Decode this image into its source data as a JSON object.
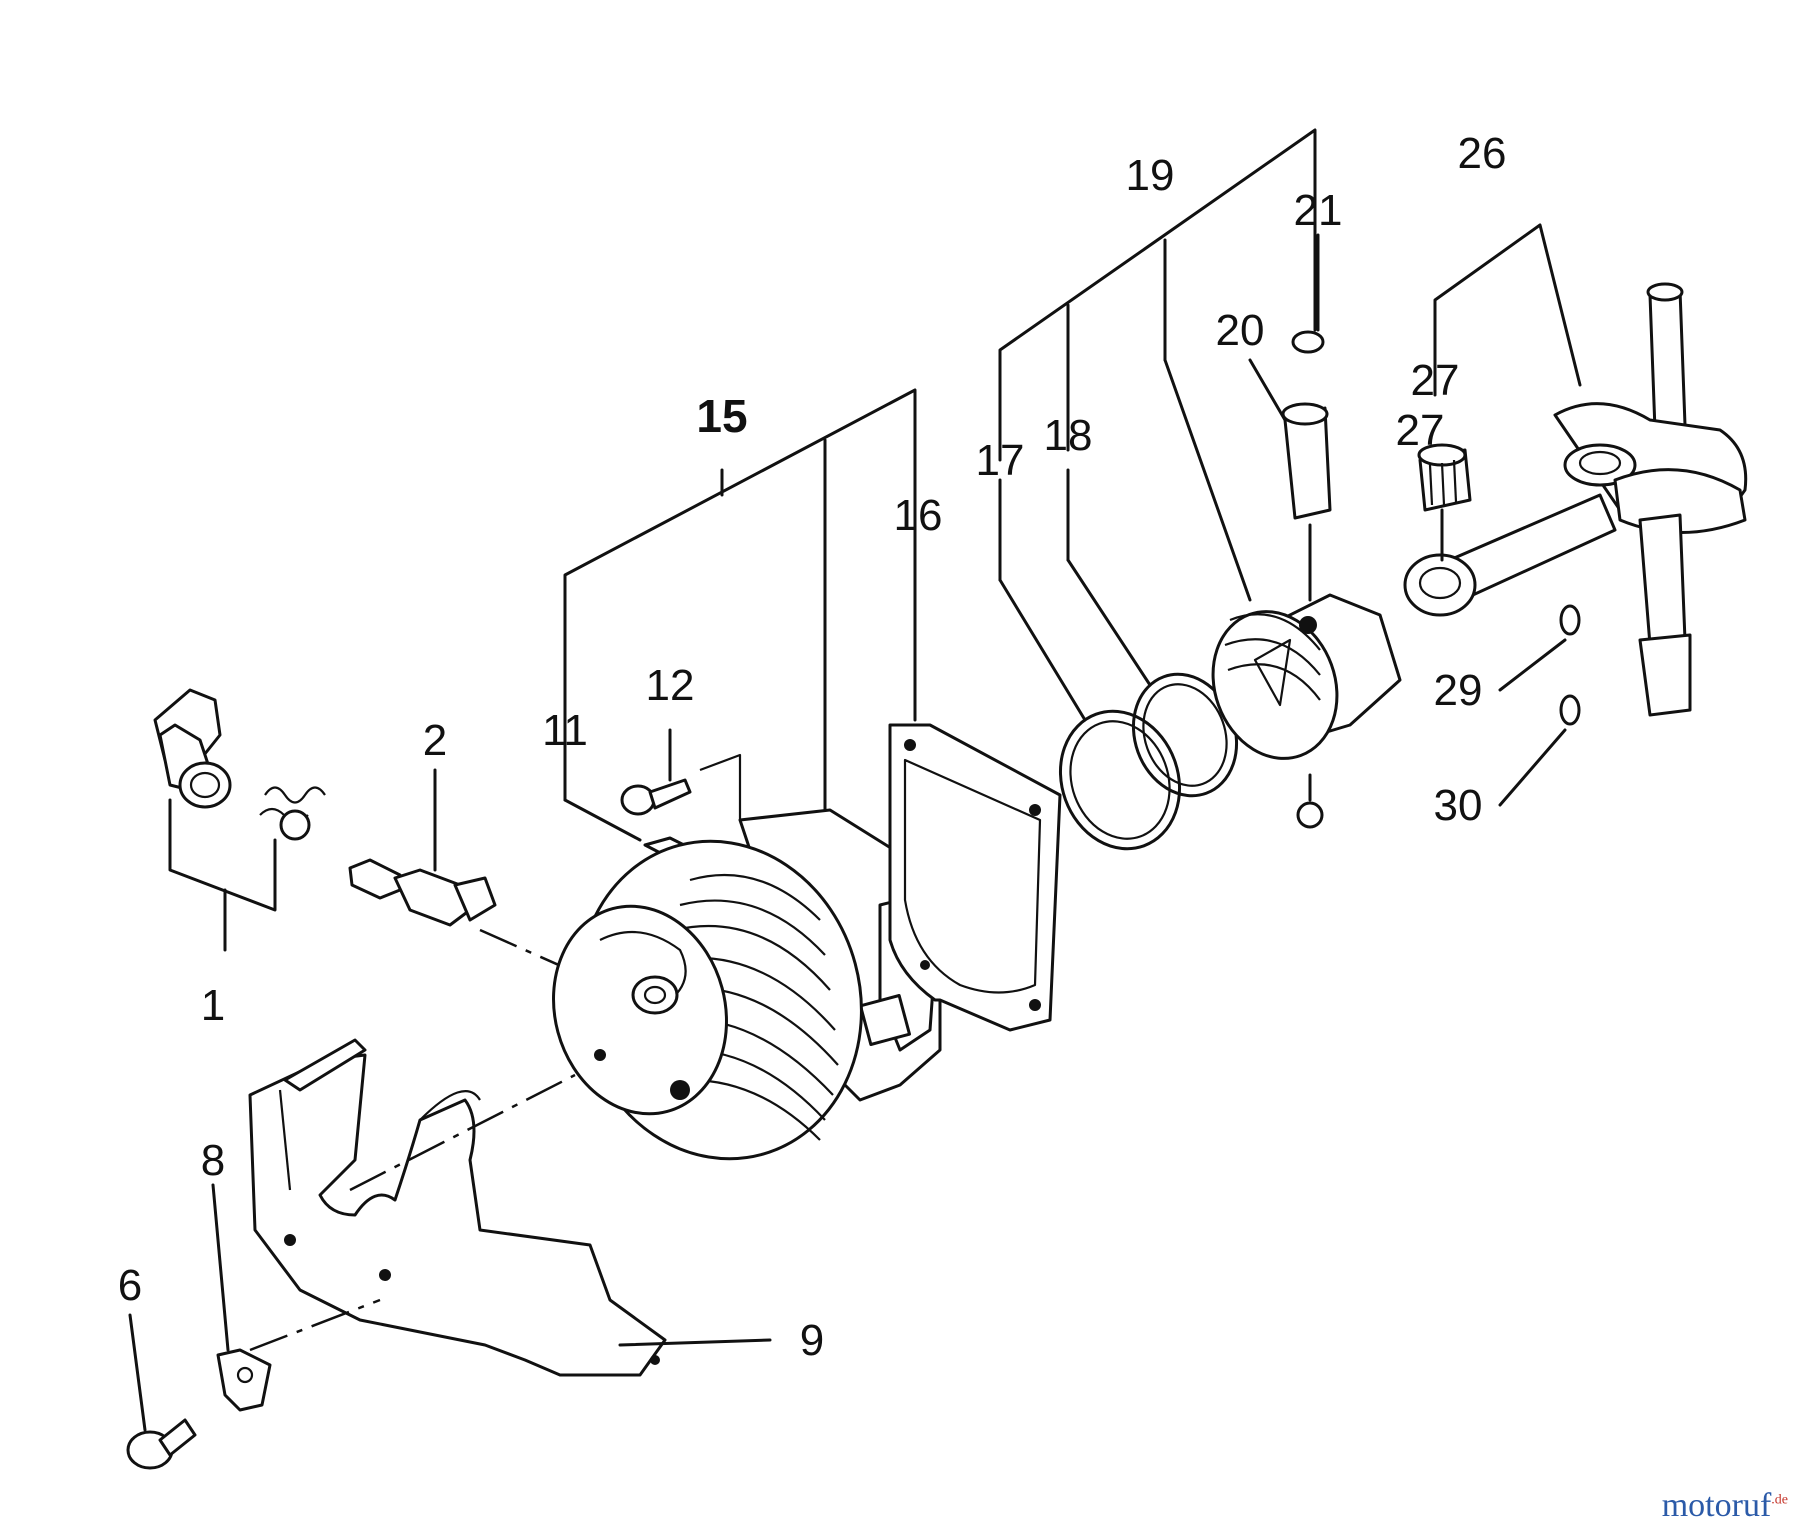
{
  "labels": {
    "p1": "1",
    "p2": "2",
    "p6": "6",
    "p8": "8",
    "p9": "9",
    "p11": "11",
    "p12": "12",
    "p15": "15",
    "p16": "16",
    "p17": "17",
    "p18": "18",
    "p19": "19",
    "p20": "20",
    "p21": "21",
    "p26": "26",
    "p27a": "27",
    "p27b": "27",
    "p29": "29",
    "p30": "30"
  },
  "watermark": {
    "brand": "motoruf",
    "suffix": ".de"
  },
  "colors": {
    "ink": "#111111",
    "brand_blue": "#2b5aa8",
    "brand_red": "#c6392f"
  }
}
